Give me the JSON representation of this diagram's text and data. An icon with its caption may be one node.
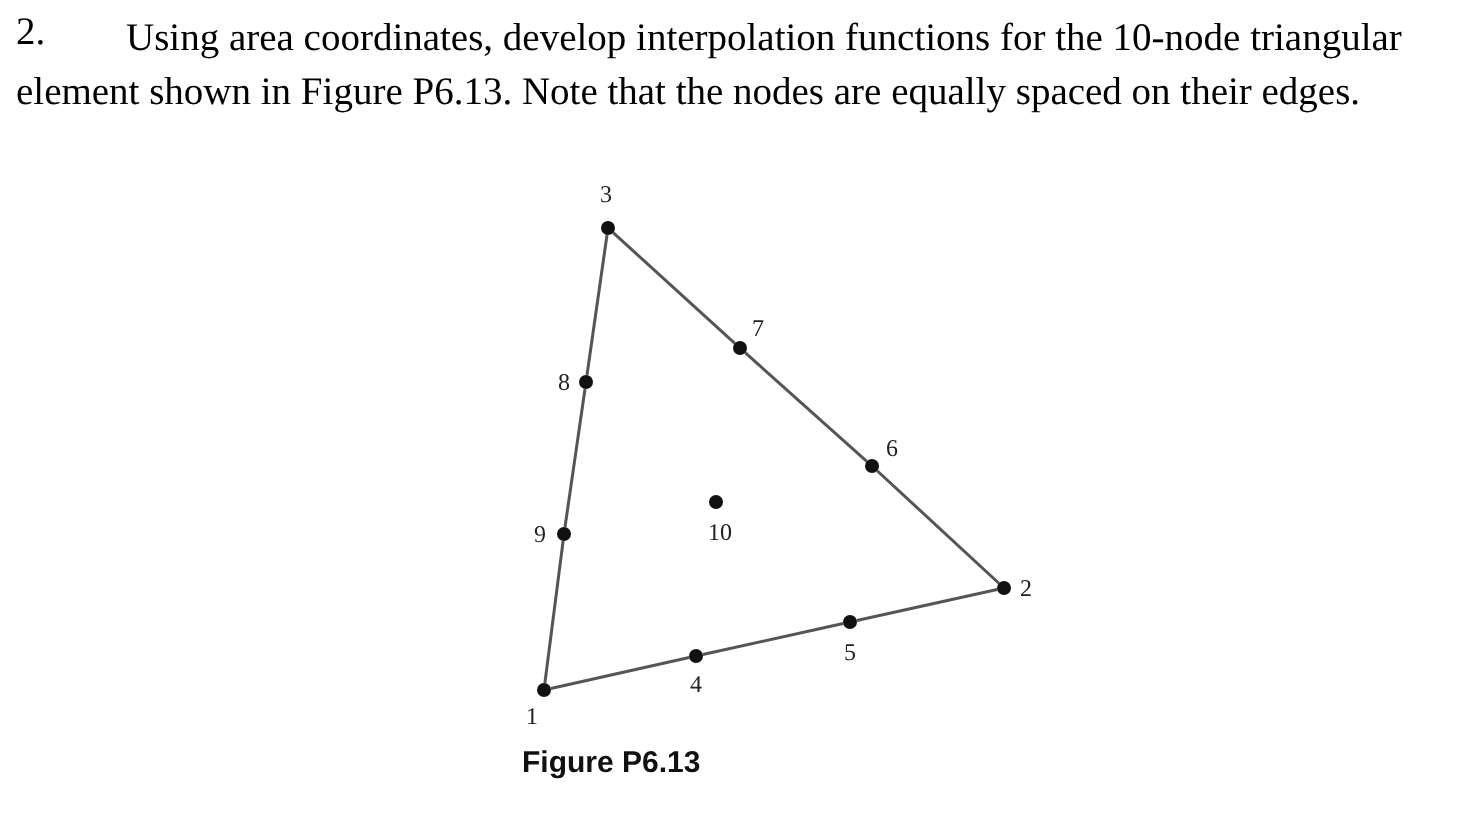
{
  "diagram": {
    "caption": "Figure P6.13",
    "nodes": [
      {
        "text": [],
        "shape": "circle",
        "beside": [
          "1"
        ]
      },
      {
        "text": [],
        "shape": "circle",
        "beside": [
          "2"
        ]
      },
      {
        "text": [],
        "shape": "circle",
        "beside": [
          "3"
        ]
      },
      {
        "text": [],
        "shape": "circle",
        "beside": [
          "4"
        ]
      },
      {
        "text": [],
        "shape": "circle",
        "beside": [
          "5"
        ]
      },
      {
        "text": [],
        "shape": "circle",
        "beside": [
          "6"
        ]
      },
      {
        "text": [],
        "shape": "circle",
        "beside": [
          "7"
        ]
      },
      {
        "text": [],
        "shape": "circle",
        "beside": [
          "8"
        ]
      },
      {
        "text": [],
        "shape": "circle",
        "beside": [
          "9"
        ]
      },
      {
        "text": [],
        "shape": "circle",
        "beside": [
          "10"
        ]
      }
    ],
    "edges": [
      {
        "from": 0,
        "to": 3,
        "arrow": "none"
      },
      {
        "from": 3,
        "to": 4,
        "arrow": "none"
      },
      {
        "from": 4,
        "to": 1,
        "arrow": "none"
      },
      {
        "from": 1,
        "to": 5,
        "arrow": "none"
      },
      {
        "from": 5,
        "to": 6,
        "arrow": "none"
      },
      {
        "from": 6,
        "to": 2,
        "arrow": "none"
      },
      {
        "from": 2,
        "to": 7,
        "arrow": "none"
      },
      {
        "from": 7,
        "to": 8,
        "arrow": "none"
      },
      {
        "from": 8,
        "to": 0,
        "arrow": "none"
      }
    ],
    "labels": [
      "2.",
      "Using area coordinates, develop interpolation functions for the 10-node triangular element shown in Figure P6.13. Note that the nodes are equally spaced on their edges."
    ]
  }
}
